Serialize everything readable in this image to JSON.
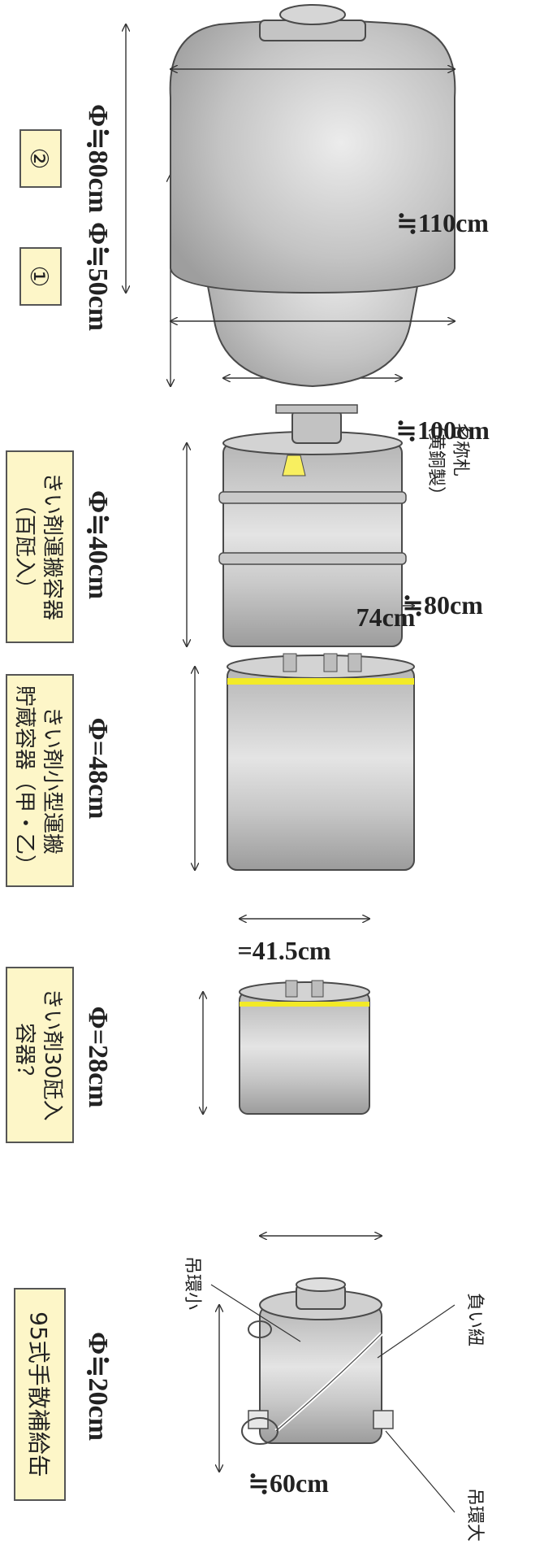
{
  "colors": {
    "container_fill": "#bdbdbd",
    "container_stroke": "#4a4a4a",
    "label_fill": "#fdf6c8",
    "label_stroke": "#555555",
    "accent_stripe": "#f2ea27",
    "dimension_line": "#333333"
  },
  "containers": [
    {
      "id": "c95",
      "name_lines": [
        "95式手散補給缶"
      ],
      "diameter": "Φ≒20cm",
      "height": "≒60cm",
      "callouts": [
        "負い紐",
        "吊環大",
        "吊環小"
      ]
    },
    {
      "id": "c30",
      "name_lines": [
        "きい剤30瓩入",
        "容器？"
      ],
      "diameter": "Φ=28cm",
      "height": "=41.5cm"
    },
    {
      "id": "csmall",
      "name_lines": [
        "きい剤小型運搬",
        "貯蔵容器（甲・乙）"
      ],
      "diameter": "Φ=48cm",
      "height": "74cm"
    },
    {
      "id": "c100",
      "name_lines": [
        "きい剤運搬容器",
        "（百瓩入）"
      ],
      "diameter": "Φ≒40cm",
      "height": "≒80cm",
      "callouts": [
        "名称札",
        "（黄銅製）"
      ]
    },
    {
      "id": "jar1",
      "name_lines": [
        "①"
      ],
      "diameter": "Φ≒50cm",
      "height": "≒100cm"
    },
    {
      "id": "jar2",
      "name_lines": [
        "②"
      ],
      "diameter": "Φ≒80cm",
      "height": "≒110cm"
    }
  ]
}
